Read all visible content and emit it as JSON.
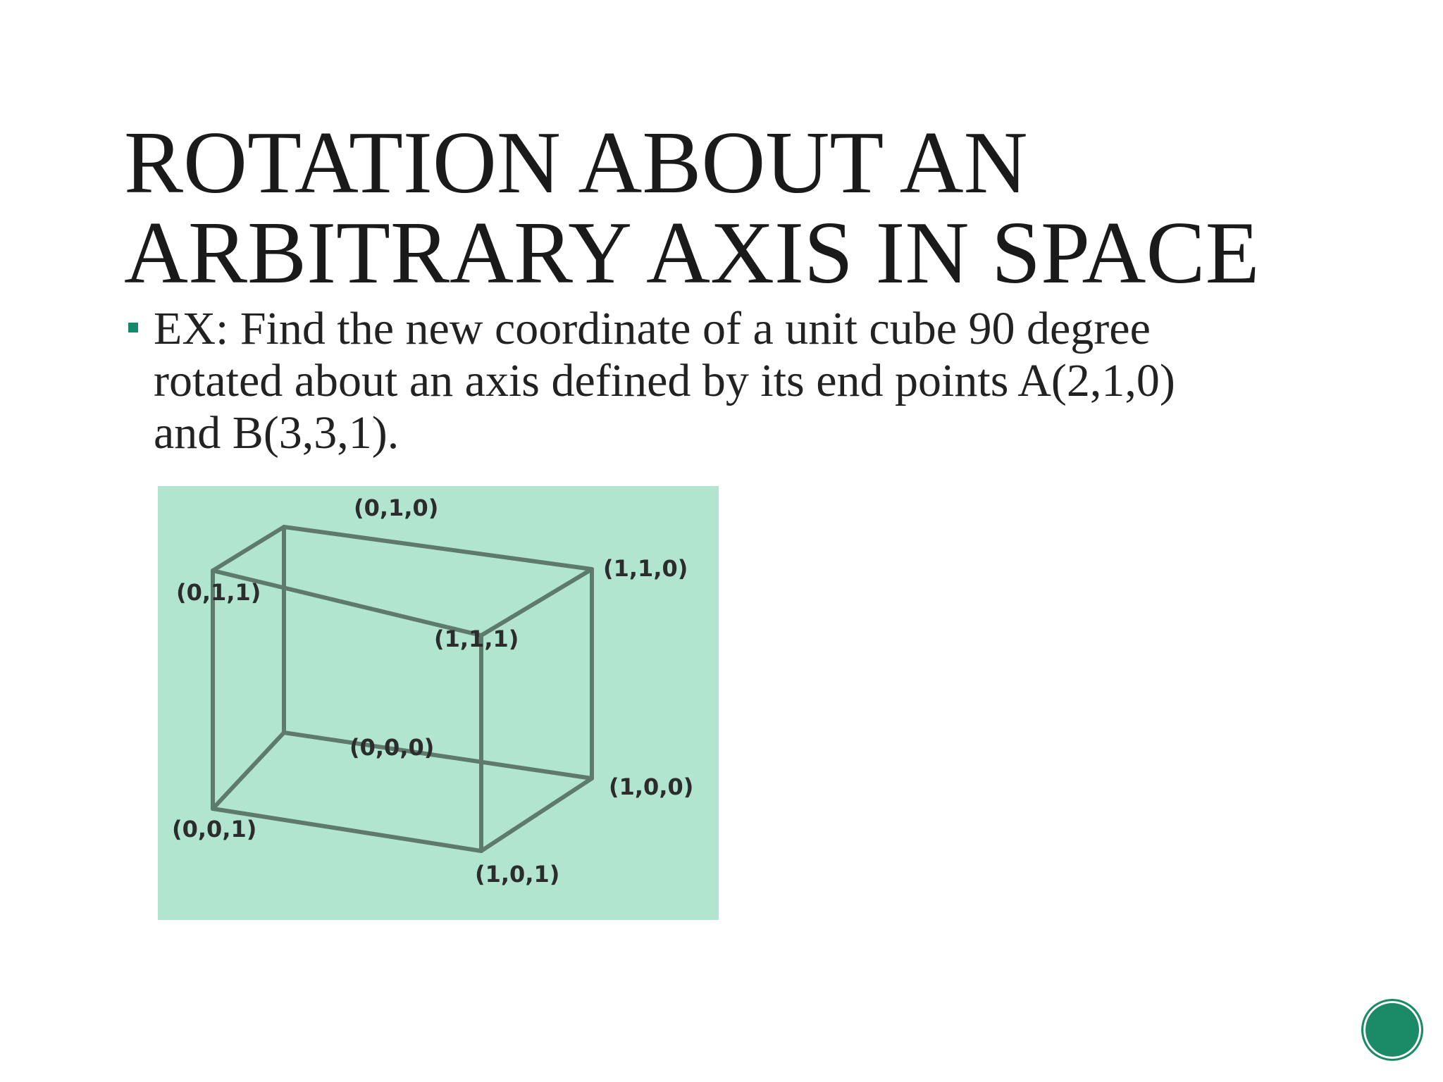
{
  "title": {
    "line1": "ROTATION ABOUT AN",
    "line2": "ARBITRARY AXIS IN SPACE"
  },
  "bullet": {
    "line1": "EX: Find the new coordinate of a unit cube 90 degree",
    "line2": "rotated about an axis defined by its end points A(2,1,0)",
    "line3": "and B(3,3,1)."
  },
  "figure": {
    "background_color": "#b2e5d0",
    "edge_color": "#5e7a6c",
    "vertex_labels": {
      "v010": "(0,1,0)",
      "v110": "(1,1,0)",
      "v011": "(0,1,1)",
      "v111": "(1,1,1)",
      "v000": "(0,0,0)",
      "v100": "(1,0,0)",
      "v001": "(0,0,1)",
      "v101": "(1,0,1)"
    }
  },
  "colors": {
    "accent": "#138a6b",
    "text": "#1a1a1a"
  },
  "nav": {
    "icon": "circle-nav-icon"
  }
}
